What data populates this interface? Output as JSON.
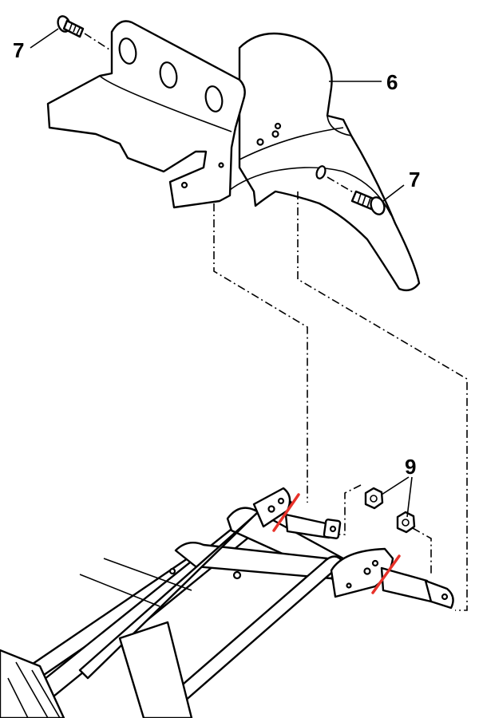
{
  "callouts": {
    "screw_top": "7",
    "bracket": "6",
    "screw_side": "7",
    "nuts": "9"
  },
  "colors": {
    "line": "#000000",
    "cut_mark": "#e8322a",
    "background": "#ffffff"
  }
}
